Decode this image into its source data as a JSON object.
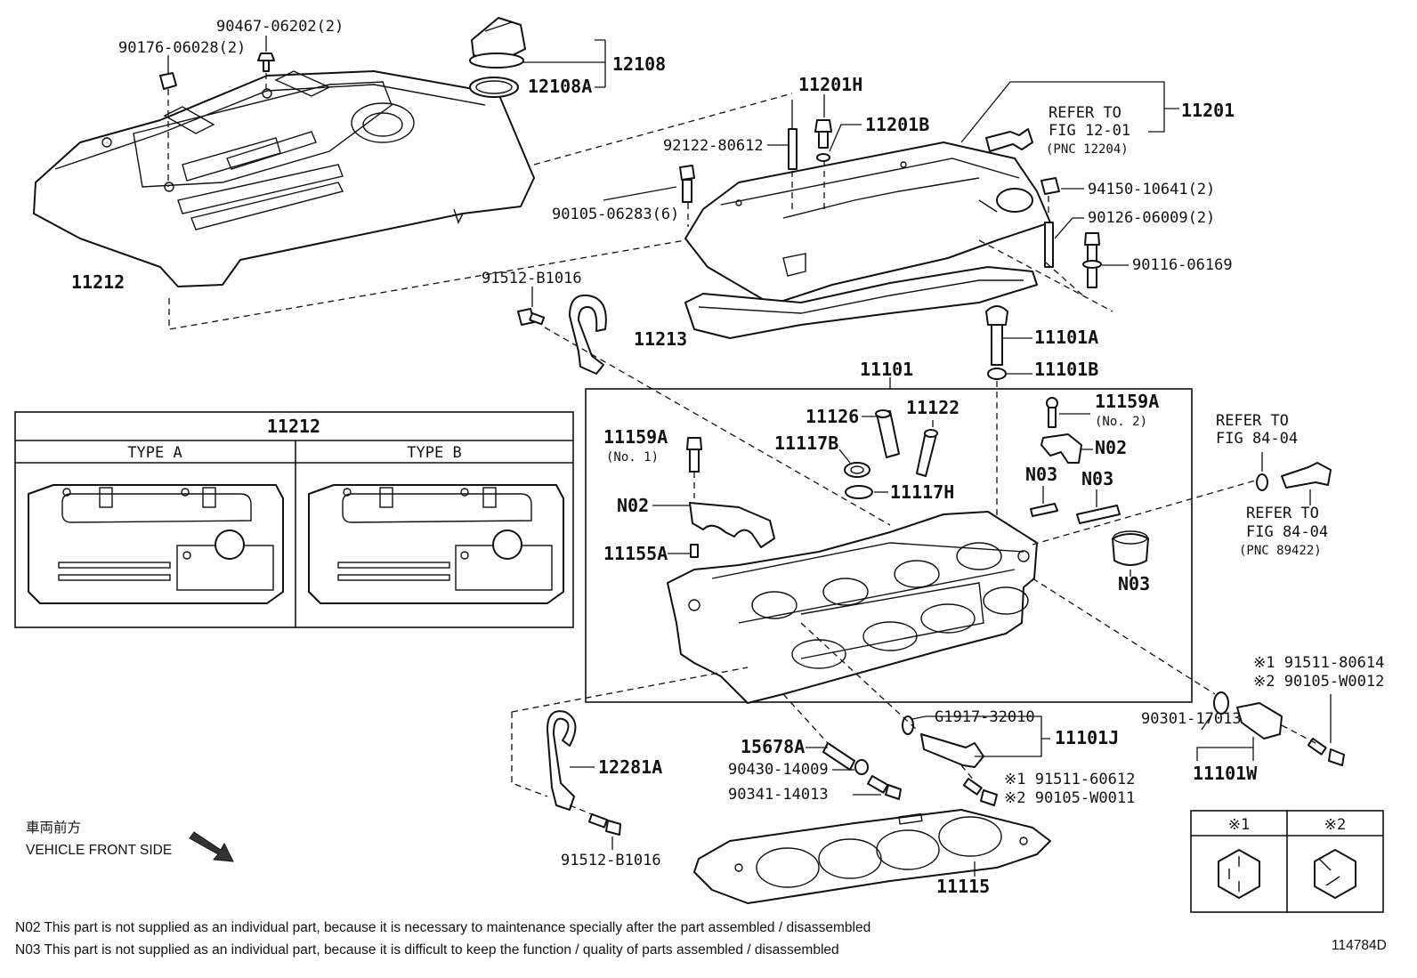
{
  "labels": {
    "p90467": "90467-06202(2)",
    "p90176": "90176-06028(2)",
    "p12108": "12108",
    "p12108A": "12108A",
    "p11212": "11212",
    "p11201H": "11201H",
    "p11201B": "11201B",
    "p92122": "92122-80612",
    "p90105_06283": "90105-06283(6)",
    "p11201": "11201",
    "refer_1201_a": "REFER TO",
    "refer_1201_b": "FIG 12-01",
    "refer_1201_c": "(PNC 12204)",
    "p94150": "94150-10641(2)",
    "p90126": "90126-06009(2)",
    "p90116": "90116-06169",
    "p91512_top": "91512-B1016",
    "p11213": "11213",
    "p11101A": "11101A",
    "p11101B": "11101B",
    "p11101": "11101",
    "p11126": "11126",
    "p11122": "11122",
    "p11117B": "11117B",
    "p11117H": "11117H",
    "p11159A_1": "11159A",
    "p11159A_1_sub": "(No. 1)",
    "p11159A_2": "11159A",
    "p11159A_2_sub": "(No. 2)",
    "n02_left": "N02",
    "n02_right": "N02",
    "n03_a": "N03",
    "n03_b": "N03",
    "n03_c": "N03",
    "p11155A": "11155A",
    "refer_84_top_a": "REFER TO",
    "refer_84_top_b": "FIG 84-04",
    "refer_84_bot_a": "REFER TO",
    "refer_84_bot_b": "FIG 84-04",
    "refer_84_bot_c": "(PNC 89422)",
    "x1_91511_80614": "※1 91511-80614",
    "x2_90105_W0012": "※2 90105-W0012",
    "p90301": "90301-17013",
    "p11101W": "11101W",
    "pG1917": "G1917-32010",
    "p11101J": "11101J",
    "p15678A": "15678A",
    "p90430": "90430-14009",
    "p90341": "90341-14013",
    "x1_91511_60612": "※1 91511-60612",
    "x2_90105_W0011": "※2 90105-W0011",
    "p12281A": "12281A",
    "p91512_bot": "91512-B1016",
    "p11115": "11115"
  },
  "type_table": {
    "title": "11212",
    "type_a": "TYPE A",
    "type_b": "TYPE B"
  },
  "legend_table": {
    "col1": "※1",
    "col2": "※2"
  },
  "front": {
    "jp": "車両前方",
    "en": "VEHICLE FRONT SIDE"
  },
  "notes": {
    "n02": "N02  This part is not supplied as an individual part, because it is necessary to maintenance specially after the part assembled / disassembled",
    "n03": "N03  This part is not supplied as an individual part, because it is difficult to keep the function / quality of parts  assembled / disassembled"
  },
  "figure_id": "114784D"
}
